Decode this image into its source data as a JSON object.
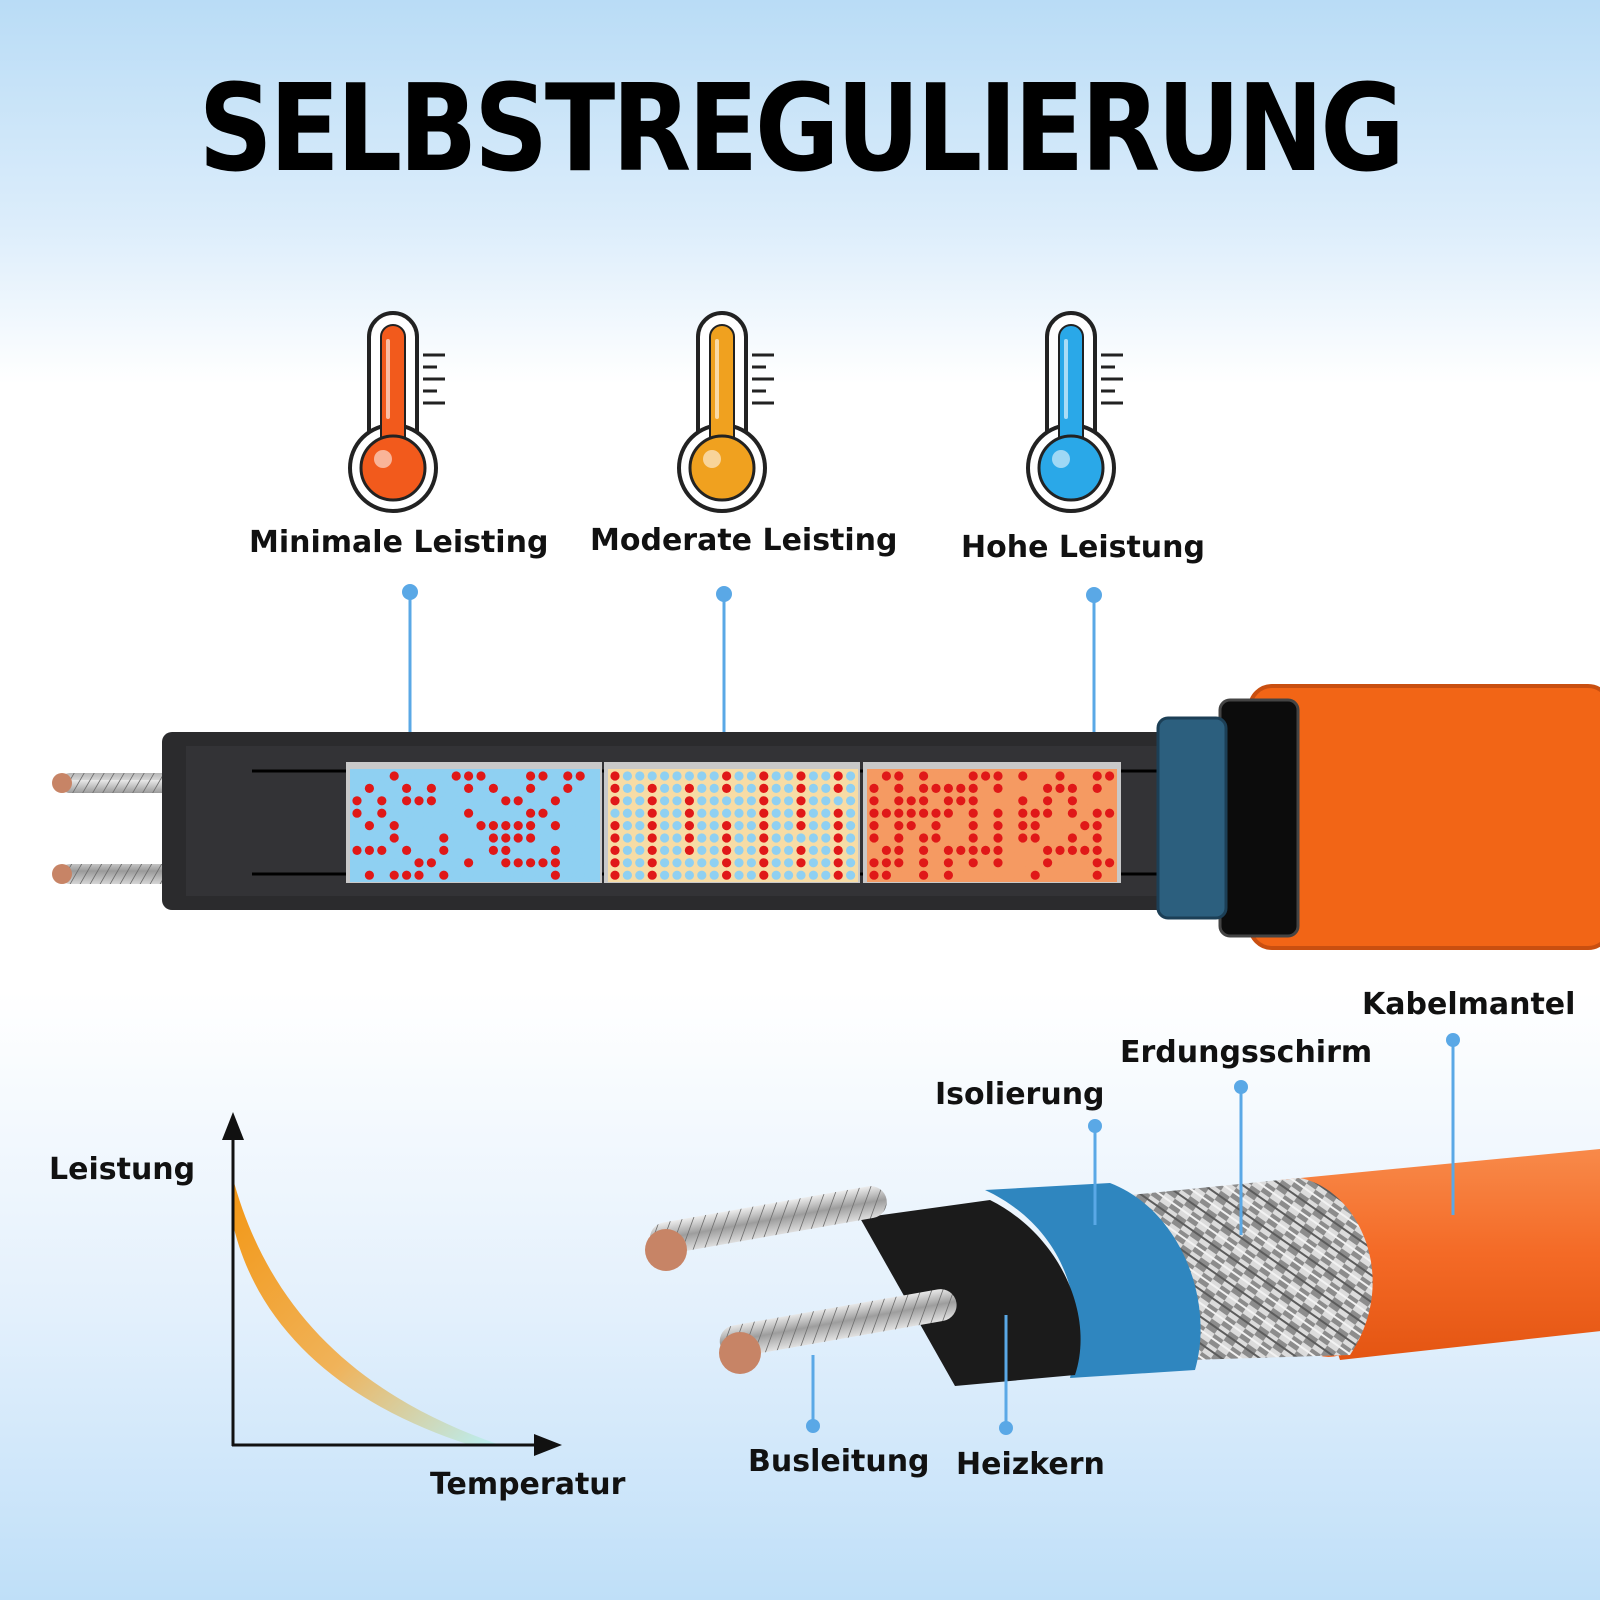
{
  "title": "SELBSTREGULIERUNG",
  "power_levels": [
    {
      "label": "Minimale Leisting",
      "thermometer_color": "#f25a1c",
      "matrix_bg": "#8fd0f2",
      "dot_density": 0.35
    },
    {
      "label": "Moderate Leisting",
      "thermometer_color": "#f0a11f",
      "matrix_bg": "#f7dca5",
      "dot_density": 0.5
    },
    {
      "label": "Hohe Leistung",
      "thermometer_color": "#2aa8e8",
      "matrix_bg": "#f59a62",
      "dot_density": 0.7
    }
  ],
  "graph": {
    "ylabel": "Leistung",
    "xlabel": "Temperatur"
  },
  "cable_layers": {
    "sheath": "Kabelmantel",
    "shield": "Erdungsschirm",
    "insulation": "Isolierung",
    "bus_wire": "Busleitung",
    "heating_core": "Heizkern"
  },
  "colors": {
    "orange": "#f5661a",
    "blue_jacket": "#2d7fb6",
    "core": "#222222",
    "pointer": "#5aa8e6",
    "dot_red": "#e01818",
    "dot_blue": "#8fd0f2"
  }
}
